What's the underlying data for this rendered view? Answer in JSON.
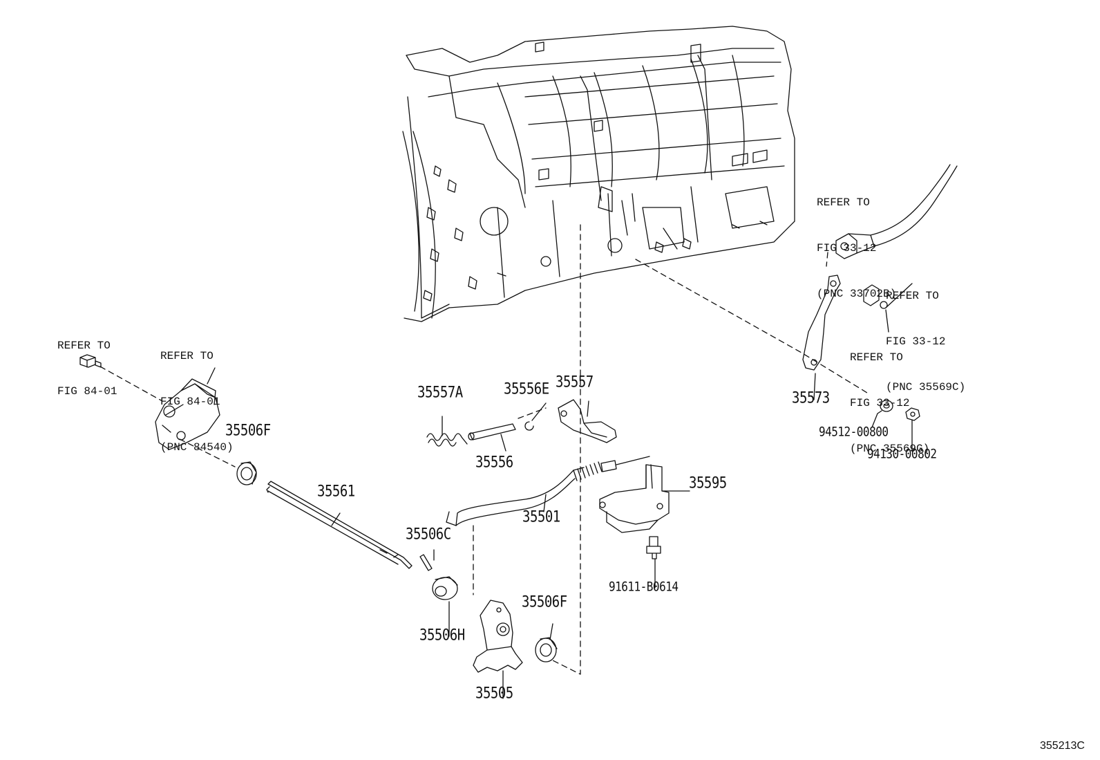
{
  "refs": {
    "r1": [
      "REFER TO",
      "FIG 84-01"
    ],
    "r2": [
      "REFER TO",
      "FIG 84-01",
      "(PNC 84540)"
    ],
    "r3": [
      "REFER TO",
      "FIG 33-12",
      "(PNC 33702B)"
    ],
    "r4": [
      "REFER TO",
      "FIG 33-12",
      "(PNC 35569C)"
    ],
    "r5": [
      "REFER TO",
      "FIG 33-12",
      "(PNC 35569G)"
    ]
  },
  "parts": {
    "p35557A": "35557A",
    "p35556E": "35556E",
    "p35557": "35557",
    "p35556": "35556",
    "p35506F_a": "35506F",
    "p35561": "35561",
    "p35501": "35501",
    "p35595": "35595",
    "p35506C": "35506C",
    "p35506H": "35506H",
    "p35506F_b": "35506F",
    "p35505": "35505",
    "p91611": "91611-B0614",
    "p35573": "35573",
    "p94512": "94512-00800",
    "p94130": "94130-00802"
  },
  "figure_id": "355213C"
}
